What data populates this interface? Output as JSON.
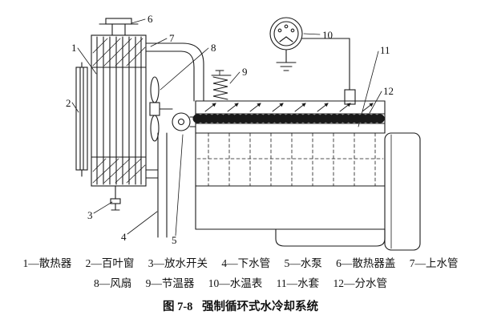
{
  "figure": {
    "label": "图 7-8",
    "title": "强制循环式水冷却系统"
  },
  "legend": {
    "line1": [
      {
        "text": "1—散热器"
      },
      {
        "text": "2—百叶窗"
      },
      {
        "text": "3—放水开关"
      },
      {
        "text": "4—下水管"
      },
      {
        "text": "5—水泵"
      },
      {
        "text": "6—散热器盖"
      },
      {
        "text": "7—上水管"
      }
    ],
    "line2": [
      {
        "text": "8—风扇"
      },
      {
        "text": "9—节温器"
      },
      {
        "text": "10—水温表"
      },
      {
        "text": "11—水套"
      },
      {
        "text": "12—分水管"
      }
    ]
  },
  "callouts": {
    "n1": "1",
    "n2": "2",
    "n3": "3",
    "n4": "4",
    "n5": "5",
    "n6": "6",
    "n7": "7",
    "n8": "8",
    "n9": "9",
    "n10": "10",
    "n11": "11",
    "n12": "12"
  },
  "colors": {
    "ink": "#1a1a1a",
    "background": "#ffffff"
  }
}
